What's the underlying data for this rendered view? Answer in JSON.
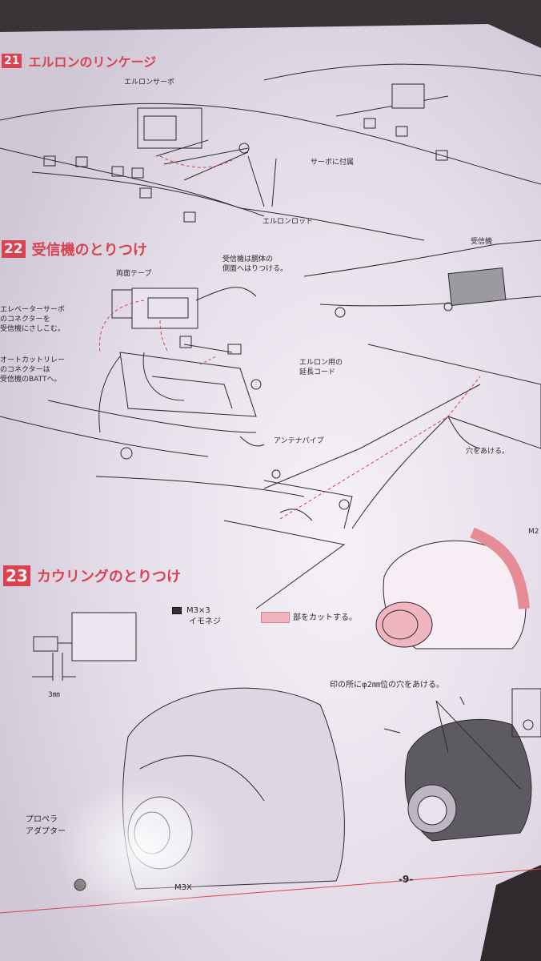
{
  "page": {
    "number": "-9-"
  },
  "step21": {
    "number": "21",
    "title": "エルロンのリンケージ",
    "labels": {
      "aileron_servo": "エルロンサーボ",
      "servo_attached": "サーボに付属",
      "aileron_rod": "エルロンロッド"
    }
  },
  "step22": {
    "number": "22",
    "title": "受信機のとりつけ",
    "labels": {
      "double_tape": "両面テープ",
      "receiver_side_1": "受信機は胴体の",
      "receiver_side_2": "側面へはりつける。",
      "receiver": "受信機",
      "elevator_1": "エレベーターサーボ",
      "elevator_2": "のコネクターを",
      "elevator_3": "受信機にさしこむ。",
      "autocut_1": "オートカットリレー",
      "autocut_2": "のコネクターは",
      "autocut_3": "受信機のBATTへ。",
      "aileron_ext_1": "エルロン用の",
      "aileron_ext_2": "延長コード",
      "antenna_pipe": "アンテナパイプ",
      "make_hole": "穴をあける。",
      "m2_cut": "M2"
    }
  },
  "step23": {
    "number": "23",
    "title": "カウリングのとりつけ",
    "legend": {
      "screw_1": "M3×3",
      "screw_2": "イモネジ",
      "cut_part": "部をカットする。"
    },
    "labels": {
      "dimension": "3㎜",
      "drill_note": "印の所にφ2㎜位の穴をあける。",
      "prop_adapter_1": "プロペラ",
      "prop_adapter_2": "アダプター",
      "m3_cut": "M3X"
    }
  },
  "colors": {
    "paper": "#e6e0ec",
    "ink": "#2a2a2e",
    "accent_red": "#d9434f",
    "pink_fill": "#f0b5be"
  }
}
